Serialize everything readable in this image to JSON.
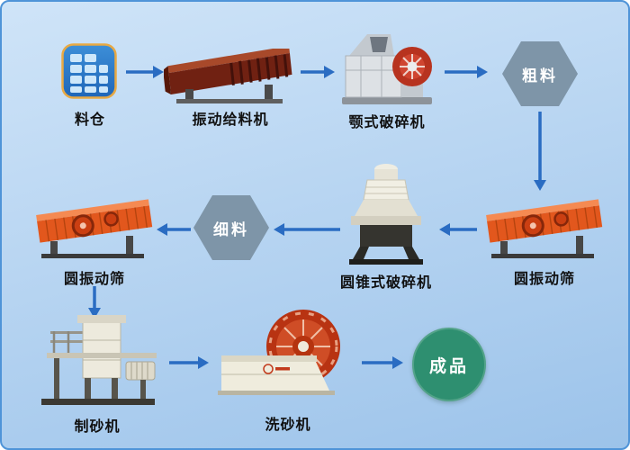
{
  "diagram": {
    "type": "process-flow",
    "nodes": [
      {
        "id": "silo",
        "label": "料仓",
        "kind": "icon"
      },
      {
        "id": "vibrating-feeder",
        "label": "振动给料机",
        "kind": "machine"
      },
      {
        "id": "jaw-crusher",
        "label": "颚式破碎机",
        "kind": "machine"
      },
      {
        "id": "coarse-material",
        "label": "粗料",
        "kind": "hexagon-badge"
      },
      {
        "id": "vibrating-screen-right",
        "label": "圆振动筛",
        "kind": "machine"
      },
      {
        "id": "cone-crusher",
        "label": "圆锥式破碎机",
        "kind": "machine"
      },
      {
        "id": "fine-material",
        "label": "细料",
        "kind": "hexagon-badge"
      },
      {
        "id": "vibrating-screen-left",
        "label": "圆振动筛",
        "kind": "machine"
      },
      {
        "id": "sand-making-machine",
        "label": "制砂机",
        "kind": "machine"
      },
      {
        "id": "sand-washer",
        "label": "洗砂机",
        "kind": "machine"
      },
      {
        "id": "finished-product",
        "label": "成品",
        "kind": "circle-badge"
      }
    ],
    "edges": [
      {
        "from": "silo",
        "to": "vibrating-feeder"
      },
      {
        "from": "vibrating-feeder",
        "to": "jaw-crusher"
      },
      {
        "from": "jaw-crusher",
        "to": "coarse-material"
      },
      {
        "from": "coarse-material",
        "to": "vibrating-screen-right"
      },
      {
        "from": "vibrating-screen-right",
        "to": "cone-crusher"
      },
      {
        "from": "cone-crusher",
        "to": "fine-material"
      },
      {
        "from": "fine-material",
        "to": "vibrating-screen-left"
      },
      {
        "from": "vibrating-screen-left",
        "to": "sand-making-machine"
      },
      {
        "from": "sand-making-machine",
        "to": "sand-washer"
      },
      {
        "from": "sand-washer",
        "to": "finished-product"
      }
    ]
  },
  "colors": {
    "arrow": "#2a6cc2",
    "hexagon_fill": "#7e95a8",
    "hexagon_text": "#ffffff",
    "product_fill": "#2e8f70",
    "product_text": "#ffffff",
    "label_text": "#111111",
    "background_top": "#cfe4f8",
    "background_bottom": "#9cc3ea",
    "border": "#4f94d8"
  }
}
